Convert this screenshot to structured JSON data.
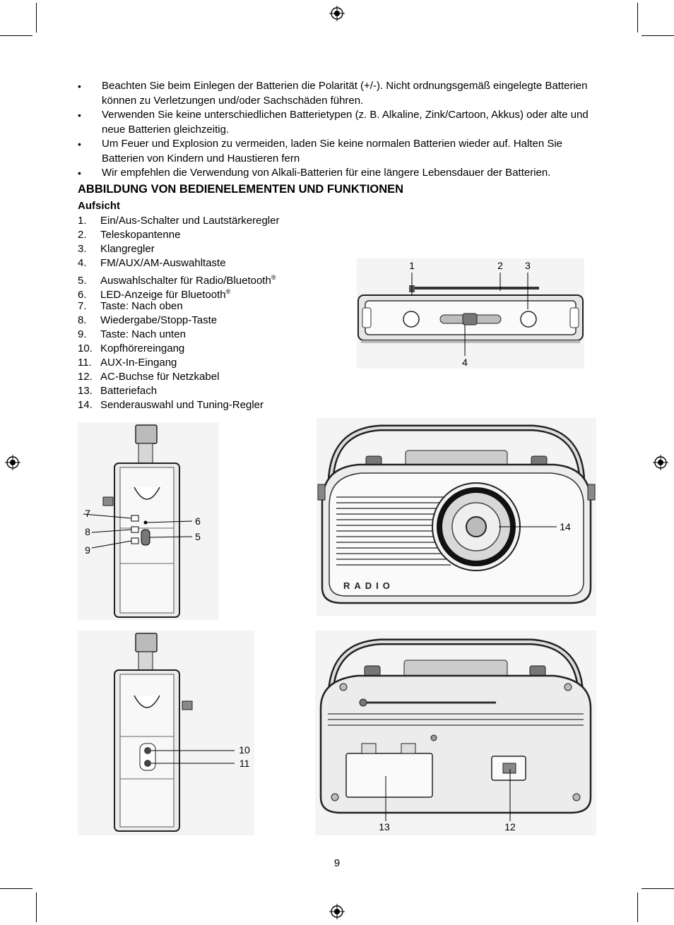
{
  "bullets": [
    "Beachten Sie beim Einlegen der Batterien die Polarität (+/-). Nicht ordnungsgemäß eingelegte Batterien können zu Verletzungen und/oder Sachschäden führen.",
    "Verwenden Sie keine unterschiedlichen Batterietypen (z. B. Alkaline, Zink/Cartoon, Akkus) oder alte und neue Batterien gleichzeitig.",
    "Um Feuer und Explosion zu vermeiden, laden Sie keine normalen Batterien wieder auf. Halten Sie Batterien von Kindern und Haustieren fern",
    "Wir empfehlen die Verwendung von Alkali-Batterien für eine längere Lebensdauer der Batterien."
  ],
  "section": {
    "heading": "ABBILDUNG VON BEDIENELEMENTEN UND FUNKTIONEN",
    "subheading": "Aufsicht"
  },
  "parts": [
    {
      "num": "1.",
      "label": "Ein/Aus-Schalter und Lautstärkeregler"
    },
    {
      "num": "2.",
      "label": "Teleskopantenne"
    },
    {
      "num": "3.",
      "label": "Klangregler"
    },
    {
      "num": "4.",
      "label": "FM/AUX/AM-Auswahltaste"
    },
    {
      "num": "5.",
      "label": "Auswahlschalter für Radio/Bluetooth",
      "sup": "®"
    },
    {
      "num": "6.",
      "label": "LED-Anzeige für Bluetooth",
      "sup": "®"
    },
    {
      "num": "7.",
      "label": "Taste: Nach oben"
    },
    {
      "num": "8.",
      "label": "Wiedergabe/Stopp-Taste"
    },
    {
      "num": "9.",
      "label": "Taste: Nach unten"
    },
    {
      "num": "10.",
      "label": "Kopfhörereingang"
    },
    {
      "num": "11.",
      "label": "AUX-In-Eingang"
    },
    {
      "num": "12.",
      "label": "AC-Buchse für Netzkabel"
    },
    {
      "num": "13.",
      "label": "Batteriefach"
    },
    {
      "num": "14.",
      "label": "Senderauswahl und Tuning-Regler"
    }
  ],
  "figures": {
    "top_callouts": [
      "1",
      "2",
      "3",
      "4"
    ],
    "side_callouts": [
      "7",
      "8",
      "9",
      "6",
      "5"
    ],
    "front_callouts": [
      "14"
    ],
    "front_brand": "RADIO",
    "side2_callouts": [
      "10",
      "11"
    ],
    "back_callouts": [
      "13",
      "12"
    ]
  },
  "page_number": "9"
}
